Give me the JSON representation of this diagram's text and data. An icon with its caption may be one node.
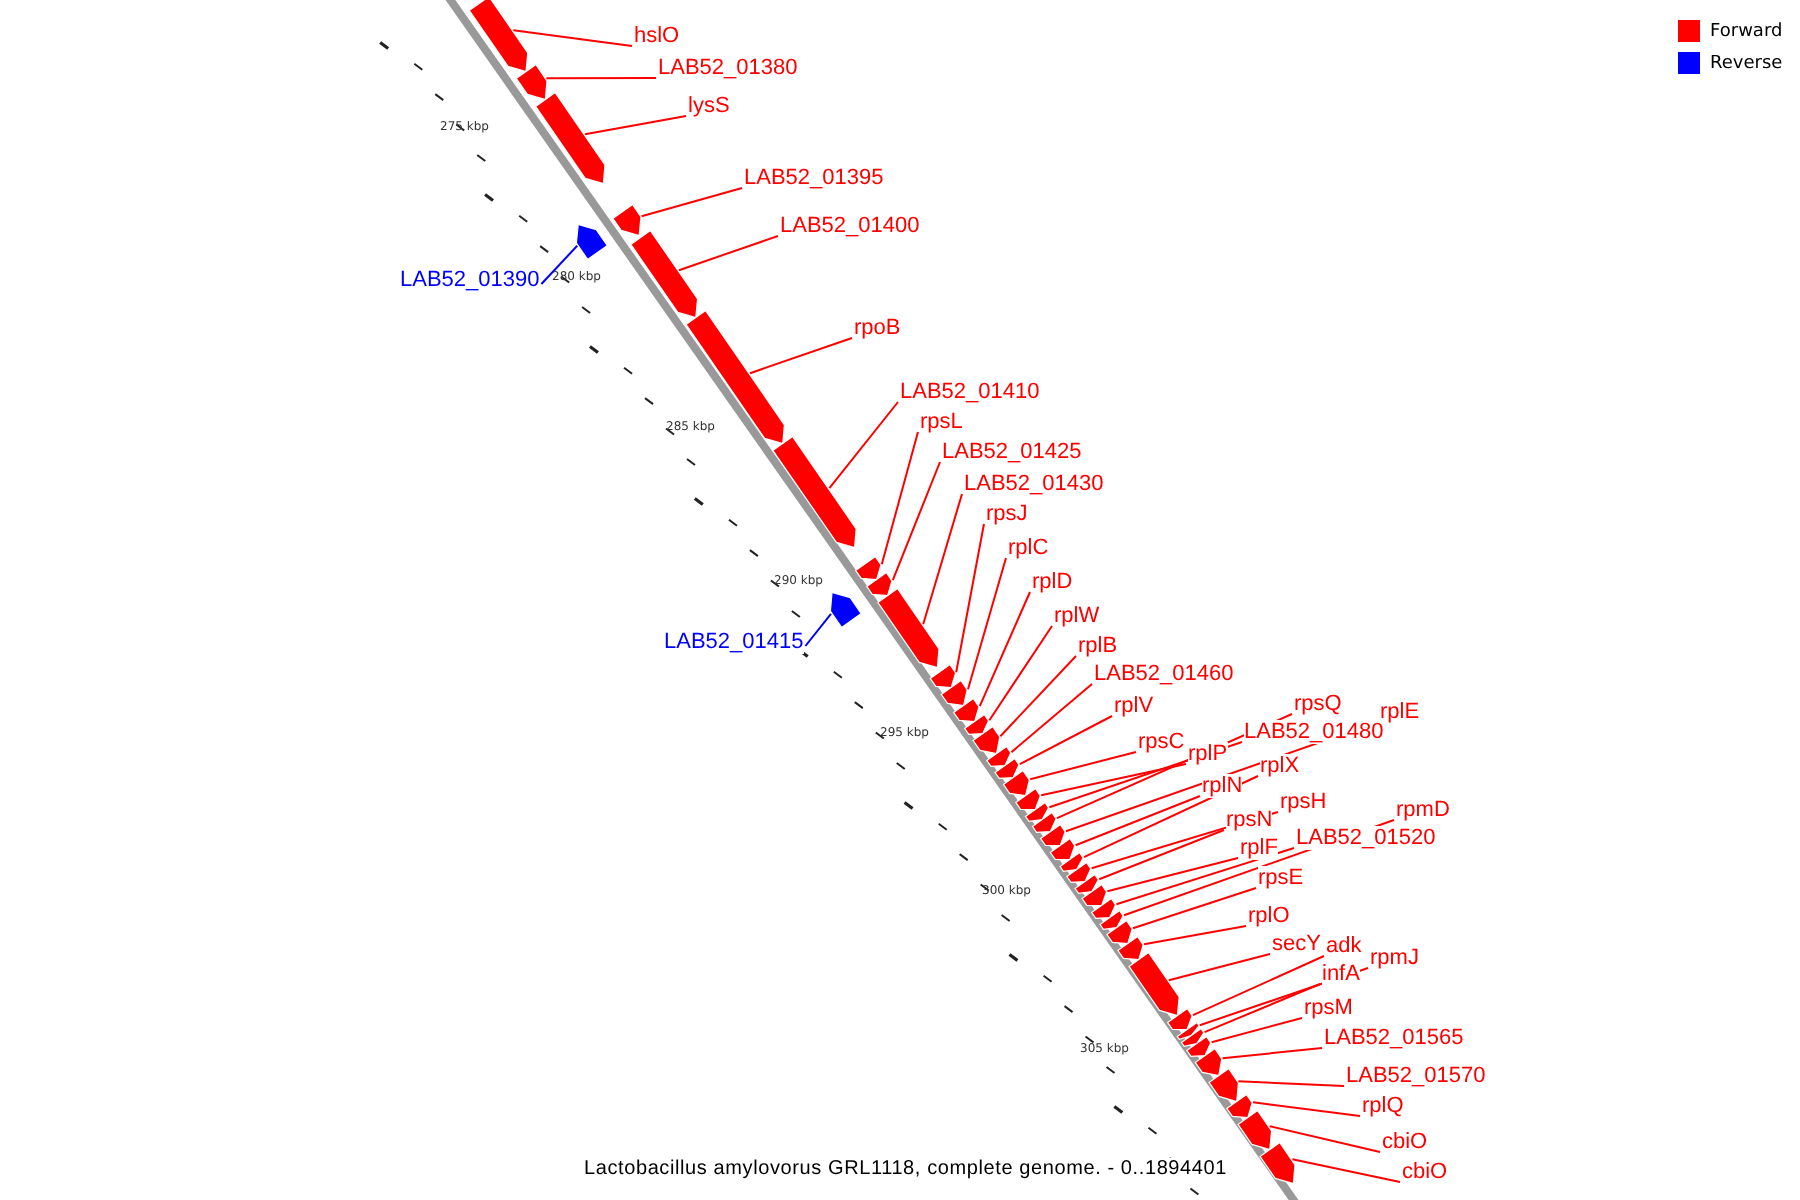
{
  "diagram": {
    "caption": "Lactobacillus amylovorus GRL1118, complete genome. - 0..1894401",
    "nodes": [
      {
        "text": [
          "hslO"
        ]
      },
      {
        "text": [
          "LAB52_01380"
        ]
      },
      {
        "text": [
          "lysS"
        ]
      },
      {
        "text": [
          "LAB52_01390"
        ]
      },
      {
        "text": [
          "LAB52_01395"
        ]
      },
      {
        "text": [
          "LAB52_01400"
        ]
      },
      {
        "text": [
          "rpoB"
        ]
      },
      {
        "text": [
          "LAB52_01410"
        ]
      },
      {
        "text": [
          "LAB52_01415"
        ]
      },
      {
        "text": [
          "rpsL"
        ]
      },
      {
        "text": [
          "LAB52_01425"
        ]
      },
      {
        "text": [
          "LAB52_01430"
        ]
      },
      {
        "text": [
          "rpsJ"
        ]
      },
      {
        "text": [
          "rplC"
        ]
      },
      {
        "text": [
          "rplD"
        ]
      },
      {
        "text": [
          "rplW"
        ]
      },
      {
        "text": [
          "rplB"
        ]
      },
      {
        "text": [
          "LAB52_01460"
        ]
      },
      {
        "text": [
          "rplV"
        ]
      },
      {
        "text": [
          "rpsC"
        ]
      },
      {
        "text": [
          "rplP"
        ]
      },
      {
        "text": [
          "LAB52_01480"
        ]
      },
      {
        "text": [
          "rpsQ"
        ]
      },
      {
        "text": [
          "rplE"
        ]
      },
      {
        "text": [
          "rplN"
        ]
      },
      {
        "text": [
          "rplX"
        ]
      },
      {
        "text": [
          "rpsH"
        ]
      },
      {
        "text": [
          "rpsN"
        ]
      },
      {
        "text": [
          "rplF"
        ]
      },
      {
        "text": [
          "LAB52_01520"
        ]
      },
      {
        "text": [
          "rpmD"
        ]
      },
      {
        "text": [
          "rpsE"
        ]
      },
      {
        "text": [
          "rplO"
        ]
      },
      {
        "text": [
          "secY"
        ]
      },
      {
        "text": [
          "adk"
        ]
      },
      {
        "text": [
          "rpmJ"
        ]
      },
      {
        "text": [
          "infA"
        ]
      },
      {
        "text": [
          "rpsM"
        ]
      },
      {
        "text": [
          "LAB52_01565"
        ]
      },
      {
        "text": [
          "LAB52_01570"
        ]
      },
      {
        "text": [
          "rplQ"
        ]
      },
      {
        "text": [
          "cbiO"
        ]
      },
      {
        "text": [
          "cbiO"
        ]
      },
      {
        "text": [],
        "shape": "bar"
      },
      {
        "text": [],
        "shape": "bar"
      },
      {
        "text": [],
        "shape": "bar"
      },
      {
        "text": [],
        "shape": "bar"
      },
      {
        "text": [],
        "shape": "bar"
      },
      {
        "text": [],
        "shape": "bar"
      },
      {
        "text": [],
        "shape": "bar"
      },
      {
        "text": [],
        "shape": "bar"
      },
      {
        "text": [],
        "shape": "bar"
      },
      {
        "text": [],
        "shape": "bar"
      },
      {
        "text": [],
        "shape": "bar"
      },
      {
        "text": [],
        "shape": "bar"
      },
      {
        "text": [],
        "shape": "bar"
      },
      {
        "text": [],
        "shape": "bar"
      },
      {
        "text": [],
        "shape": "bar"
      },
      {
        "text": [],
        "shape": "bar"
      },
      {
        "text": [],
        "shape": "bar"
      },
      {
        "text": [],
        "shape": "bar"
      },
      {
        "text": [],
        "shape": "bar"
      },
      {
        "text": [],
        "shape": "bar"
      },
      {
        "text": [],
        "shape": "bar"
      },
      {
        "text": [],
        "shape": "bar"
      },
      {
        "text": [],
        "shape": "bar"
      },
      {
        "text": [],
        "shape": "bar"
      },
      {
        "text": [],
        "shape": "bar"
      },
      {
        "text": [],
        "shape": "bar"
      },
      {
        "text": [],
        "shape": "bar"
      },
      {
        "text": [],
        "shape": "bar"
      },
      {
        "text": [],
        "shape": "bar"
      },
      {
        "text": [],
        "shape": "bar"
      },
      {
        "text": [],
        "shape": "bar"
      },
      {
        "text": [],
        "shape": "bar"
      },
      {
        "text": [],
        "shape": "bar"
      },
      {
        "text": [],
        "shape": "bar"
      },
      {
        "text": [],
        "shape": "bar"
      },
      {
        "text": [],
        "shape": "bar"
      },
      {
        "text": [],
        "shape": "bar"
      },
      {
        "text": [],
        "shape": "bar"
      },
      {
        "text": [],
        "shape": "bar"
      },
      {
        "text": [],
        "shape": "bar"
      },
      {
        "text": [],
        "shape": "bar"
      },
      {
        "text": [],
        "shape": "bar"
      },
      {
        "text": [],
        "shape": "bar"
      }
    ],
    "edges": [
      {
        "from": 0,
        "to": 43,
        "arrow": "none"
      },
      {
        "from": 1,
        "to": 44,
        "arrow": "none"
      },
      {
        "from": 2,
        "to": 45,
        "arrow": "none"
      },
      {
        "from": 3,
        "to": 46,
        "arrow": "none",
        "color": "#0000ff"
      },
      {
        "from": 4,
        "to": 47,
        "arrow": "none"
      },
      {
        "from": 5,
        "to": 48,
        "arrow": "none"
      },
      {
        "from": 6,
        "to": 49,
        "arrow": "none"
      },
      {
        "from": 7,
        "to": 50,
        "arrow": "none"
      },
      {
        "from": 8,
        "to": 51,
        "arrow": "none",
        "color": "#0000ff"
      },
      {
        "from": 9,
        "to": 52,
        "arrow": "none"
      },
      {
        "from": 10,
        "to": 53,
        "arrow": "none"
      },
      {
        "from": 11,
        "to": 54,
        "arrow": "none"
      },
      {
        "from": 12,
        "to": 55,
        "arrow": "none"
      },
      {
        "from": 13,
        "to": 56,
        "arrow": "none"
      },
      {
        "from": 14,
        "to": 57,
        "arrow": "none"
      },
      {
        "from": 15,
        "to": 58,
        "arrow": "none"
      },
      {
        "from": 16,
        "to": 59,
        "arrow": "none"
      },
      {
        "from": 17,
        "to": 60,
        "arrow": "none"
      },
      {
        "from": 18,
        "to": 61,
        "arrow": "none"
      },
      {
        "from": 19,
        "to": 62,
        "arrow": "none"
      },
      {
        "from": 20,
        "to": 63,
        "arrow": "none"
      },
      {
        "from": 21,
        "to": 64,
        "arrow": "none"
      },
      {
        "from": 22,
        "to": 65,
        "arrow": "none"
      },
      {
        "from": 23,
        "to": 66,
        "arrow": "none"
      },
      {
        "from": 24,
        "to": 67,
        "arrow": "none"
      },
      {
        "from": 25,
        "to": 68,
        "arrow": "none"
      },
      {
        "from": 26,
        "to": 69,
        "arrow": "none"
      },
      {
        "from": 27,
        "to": 70,
        "arrow": "none"
      },
      {
        "from": 28,
        "to": 71,
        "arrow": "none"
      },
      {
        "from": 29,
        "to": 72,
        "arrow": "none"
      },
      {
        "from": 30,
        "to": 73,
        "arrow": "none"
      },
      {
        "from": 31,
        "to": 74,
        "arrow": "none"
      },
      {
        "from": 32,
        "to": 75,
        "arrow": "none"
      },
      {
        "from": 33,
        "to": 76,
        "arrow": "none"
      },
      {
        "from": 34,
        "to": 77,
        "arrow": "none"
      },
      {
        "from": 35,
        "to": 78,
        "arrow": "none"
      },
      {
        "from": 36,
        "to": 79,
        "arrow": "none"
      },
      {
        "from": 37,
        "to": 80,
        "arrow": "none"
      },
      {
        "from": 38,
        "to": 81,
        "arrow": "none"
      },
      {
        "from": 39,
        "to": 82,
        "arrow": "none"
      },
      {
        "from": 40,
        "to": 83,
        "arrow": "none"
      },
      {
        "from": 41,
        "to": 84,
        "arrow": "none"
      },
      {
        "from": 42,
        "to": 85,
        "arrow": "none"
      }
    ],
    "labels": [
      "275 kbp",
      "280 kbp",
      "285 kbp",
      "290 kbp",
      "295 kbp",
      "300 kbp",
      "305 kbp"
    ],
    "legend": [
      {
        "text": "Forward",
        "color": "#ff0000"
      },
      {
        "text": "Reverse",
        "color": "#0000ff"
      }
    ]
  }
}
